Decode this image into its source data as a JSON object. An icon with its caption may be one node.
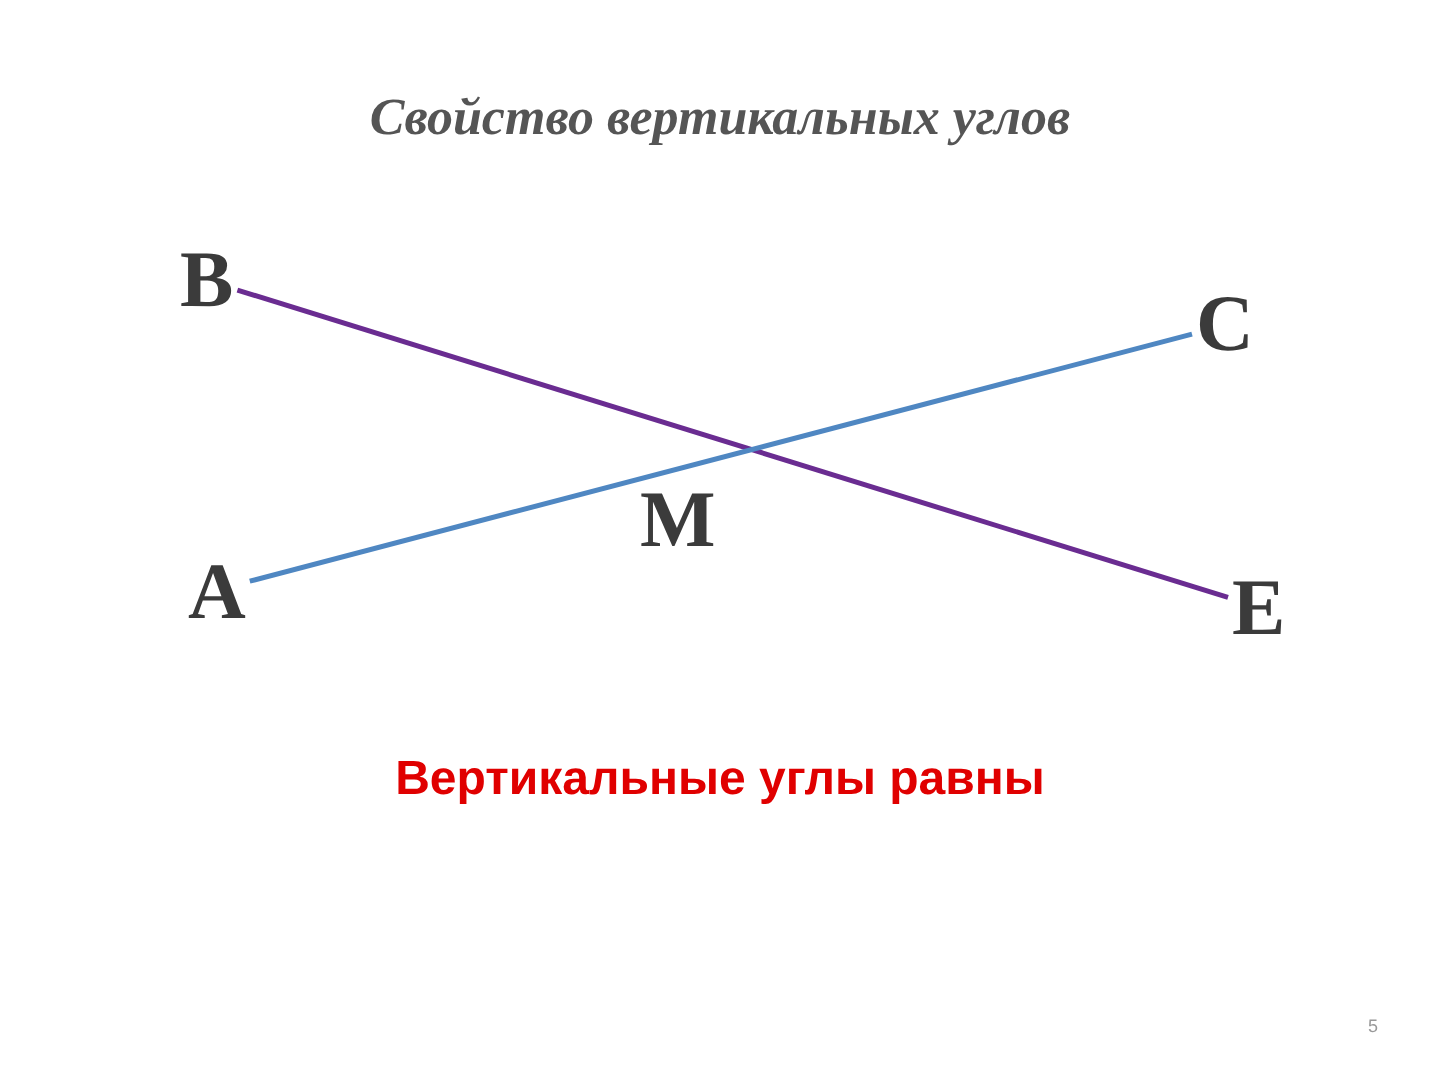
{
  "diagram": {
    "title": "Свойство вертикальных углов",
    "nodes": [
      {
        "text": [
          "B"
        ]
      },
      {
        "text": [
          "C"
        ]
      },
      {
        "text": [
          "A"
        ]
      },
      {
        "text": [
          "E"
        ]
      }
    ],
    "edges": [
      {
        "from": 0,
        "to": 3,
        "arrow": "none",
        "color": "#6a2c91"
      },
      {
        "from": 2,
        "to": 1,
        "arrow": "none",
        "color": "#4f87c2"
      }
    ],
    "labels": [
      "M",
      "Вертикальные углы равны",
      "5"
    ]
  }
}
